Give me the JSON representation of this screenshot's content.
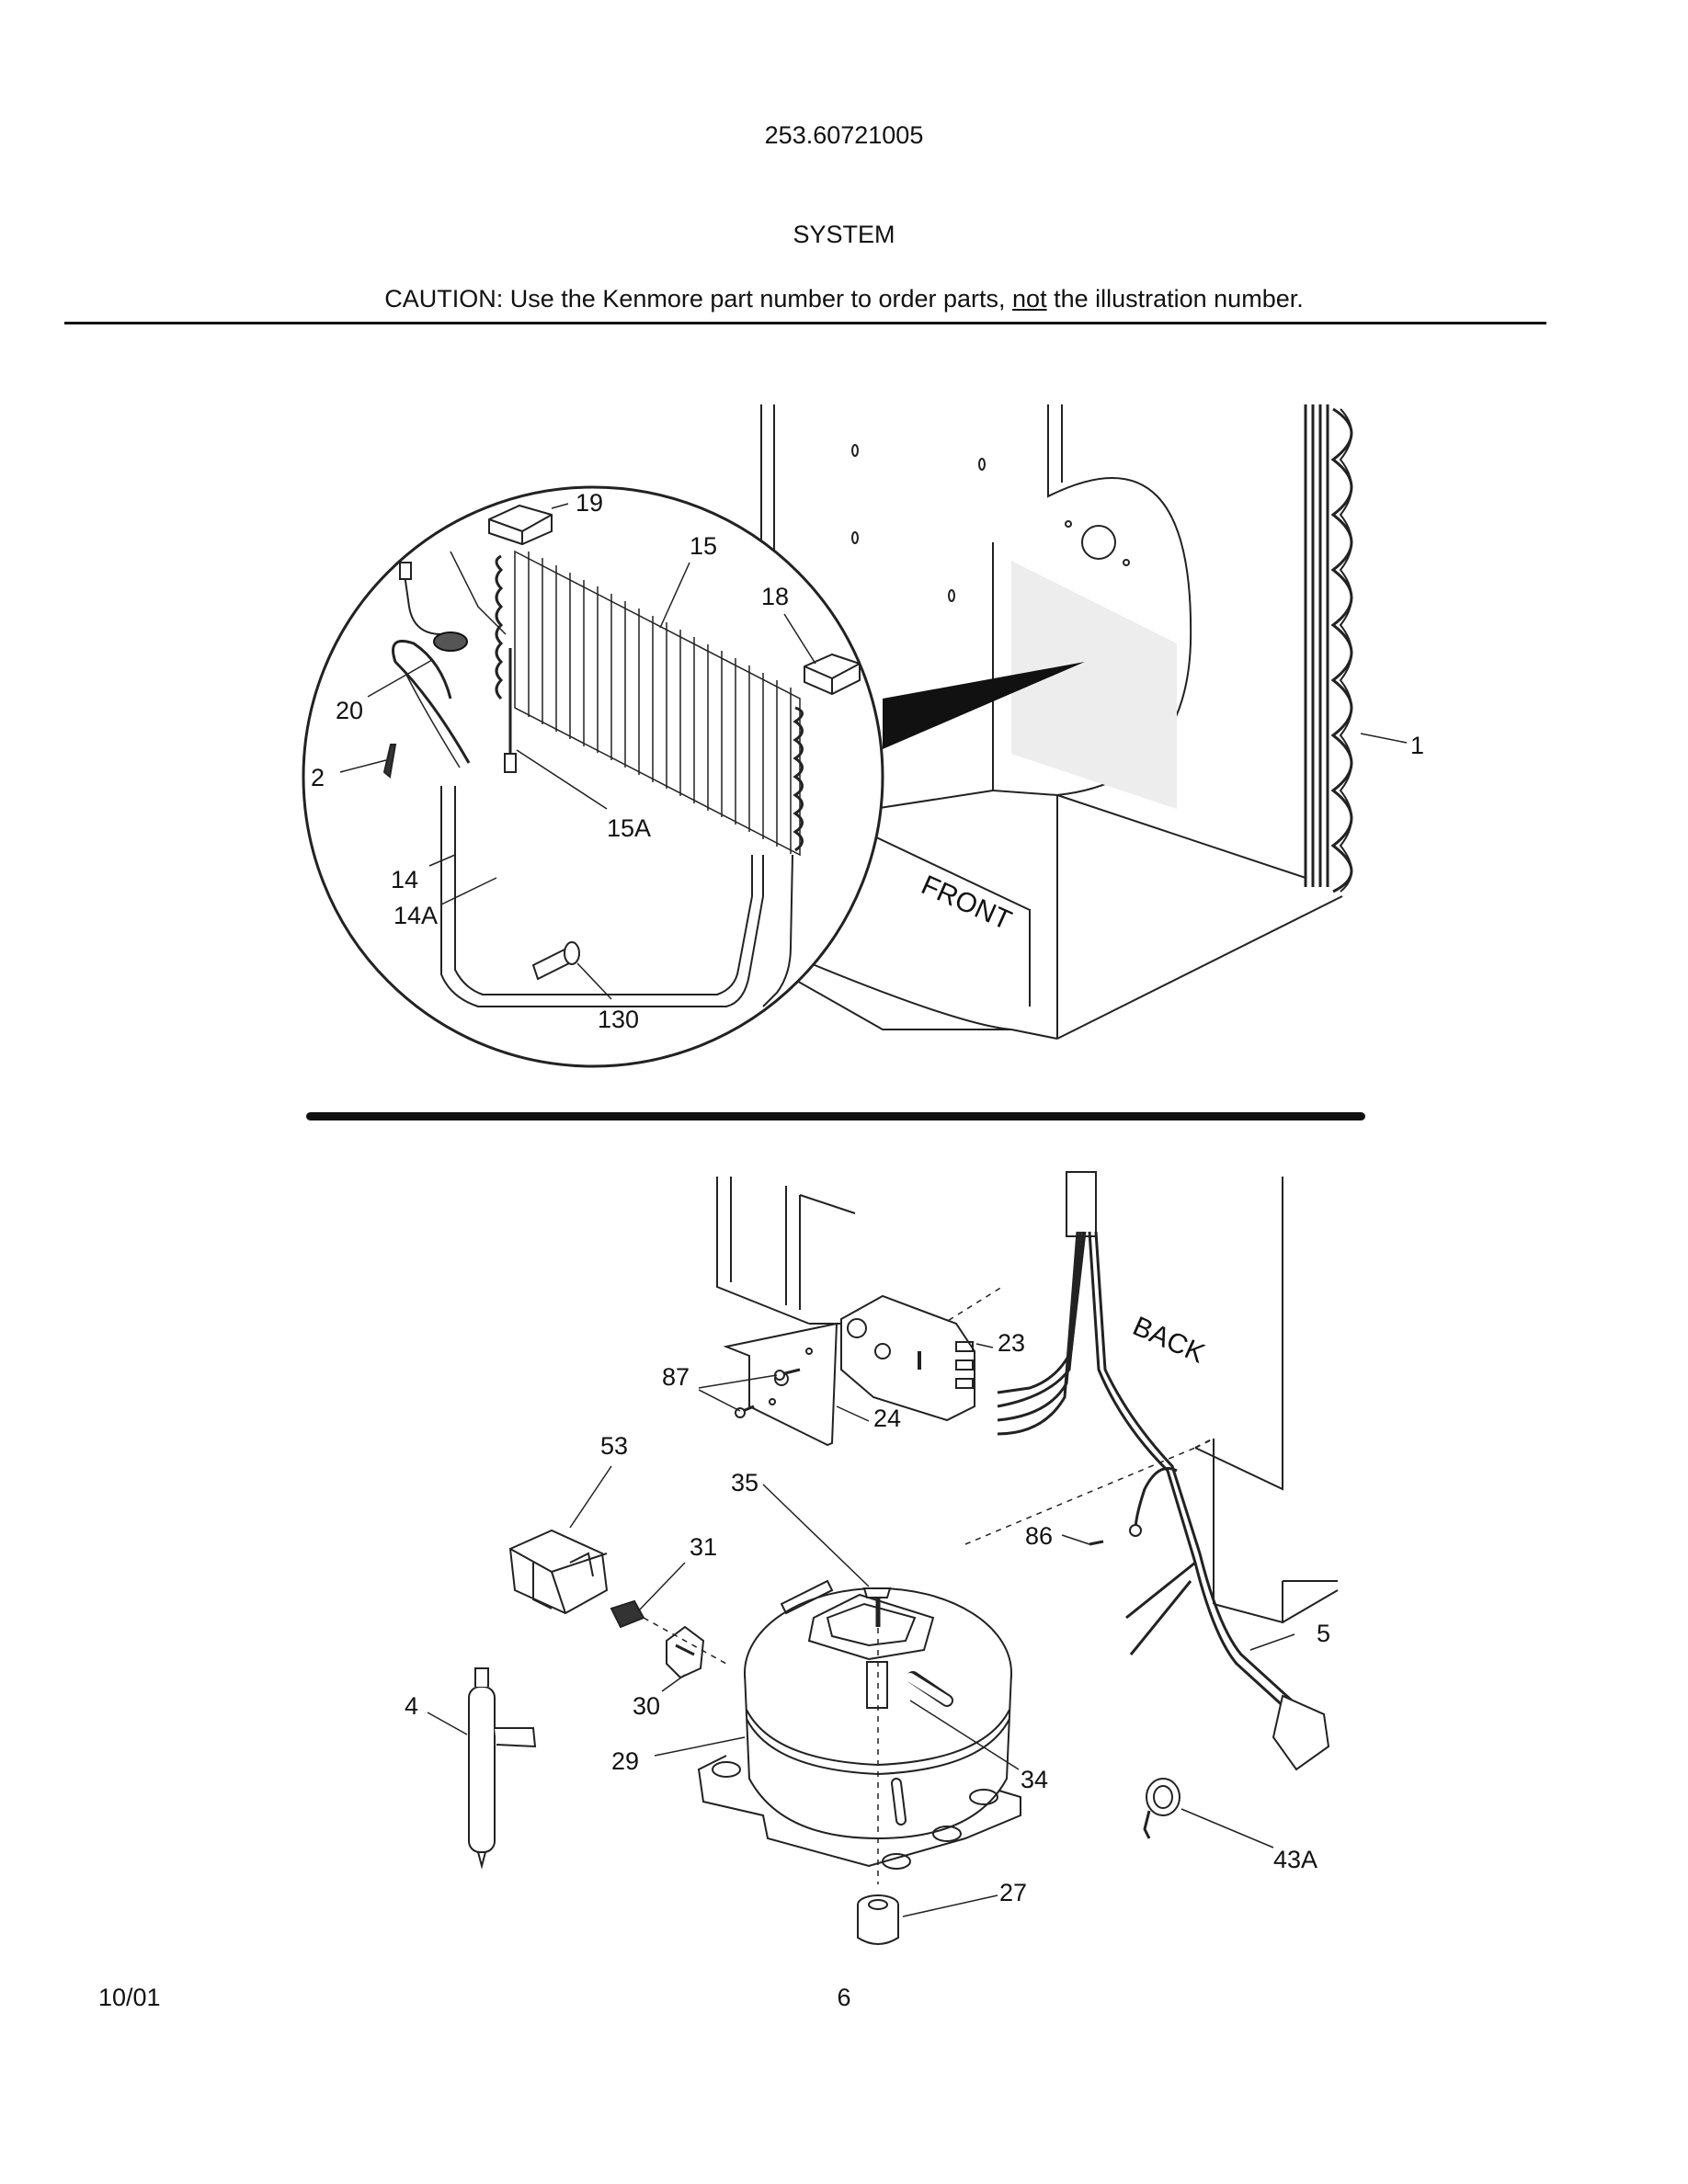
{
  "header": {
    "model": "253.60721005",
    "section": "SYSTEM",
    "caution_pre": "CAUTION: Use the Kenmore part number to order parts, ",
    "caution_underlined": "not",
    "caution_post": " the illustration number."
  },
  "top_diagram": {
    "orientation_label": "FRONT",
    "callouts": [
      "19",
      "15",
      "18",
      "20",
      "2",
      "15A",
      "14",
      "14A",
      "130",
      "1"
    ]
  },
  "bottom_diagram": {
    "orientation_label": "BACK",
    "callouts": [
      "23",
      "87",
      "24",
      "53",
      "35",
      "31",
      "86",
      "5",
      "30",
      "4",
      "29",
      "34",
      "43A",
      "27"
    ]
  },
  "footer": {
    "date": "10/01",
    "page": "6"
  }
}
